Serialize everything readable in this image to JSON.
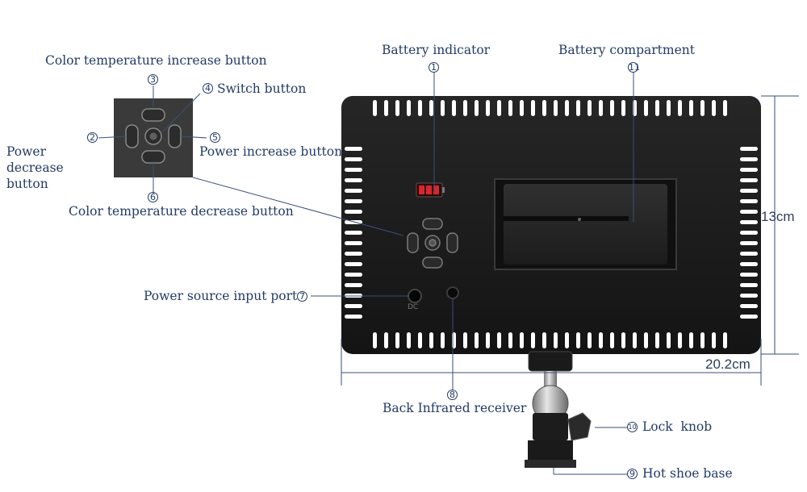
{
  "labels": {
    "battery_indicator": "Battery indicator",
    "battery_compartment": "Battery compartment",
    "color_temp_increase": "Color temperature increase button",
    "switch_button": "Switch button",
    "power_decrease": "Power decrease button",
    "power_increase": "Power increase button",
    "color_temp_decrease": "Color temperature decrease button",
    "power_source_input": "Power source input port",
    "back_infrared": "Back Infrared receiver",
    "lock_knob": "Lock  knob",
    "hot_shoe": "Hot shoe base",
    "dc": "DC"
  },
  "numbers": {
    "n1": "1",
    "n2": "2",
    "n3": "3",
    "n4": "4",
    "n5": "5",
    "n6": "6",
    "n7": "7",
    "n8": "8",
    "n9": "9",
    "n10": "10",
    "n11": "11"
  },
  "dimensions": {
    "height": "13cm",
    "width": "20.2cm"
  },
  "colors": {
    "label": "#223b66",
    "body": "#1b1b1b",
    "led": "#d8262c",
    "line": "#3a4f78"
  }
}
